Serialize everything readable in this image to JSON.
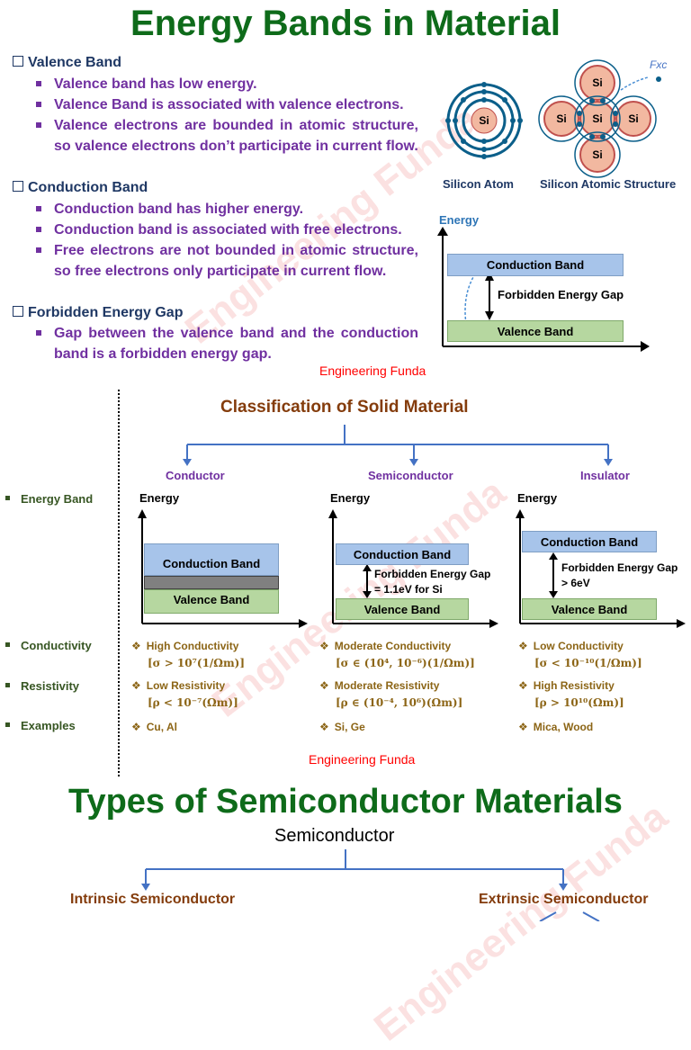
{
  "title": "Energy Bands in Material",
  "valence": {
    "heading": "Valence Band",
    "bullets": [
      "Valence band has low energy.",
      "Valence Band is associated with valence electrons.",
      "Valence electrons are bounded in atomic structure, so valence electrons don’t participate in current flow."
    ]
  },
  "conduction": {
    "heading": "Conduction Band",
    "bullets": [
      "Conduction band has higher energy.",
      "Conduction band is associated with free electrons.",
      "Free electrons are not bounded in atomic structure, so free electrons only participate in current flow."
    ]
  },
  "gap": {
    "heading": "Forbidden Energy Gap",
    "bullets": [
      "Gap between the valence band and the conduction band is a forbidden energy gap."
    ]
  },
  "atom": {
    "si": "Si",
    "caption1": "Silicon Atom",
    "caption2": "Silicon Atomic Structure",
    "free_label": "Fxc"
  },
  "band_diagram": {
    "energy": "Energy",
    "conduction": "Conduction Band",
    "gap": "Forbidden Energy Gap",
    "valence": "Valence Band"
  },
  "credit": "Engineering Funda",
  "watermark": "Engineering Funda",
  "classification": {
    "title": "Classification of Solid Material",
    "columns": [
      "Conductor",
      "Semiconductor",
      "Insulator"
    ],
    "rows": {
      "energy_band": "Energy Band",
      "conductivity": "Conductivity",
      "resistivity": "Resistivity",
      "examples": "Examples"
    },
    "energy": "Energy",
    "conduction": "Conduction Band",
    "valence": "Valence Band",
    "semi_gap_1": "Forbidden Energy Gap",
    "semi_gap_2": "= 1.1eV for Si",
    "ins_gap_1": "Forbidden Energy Gap",
    "ins_gap_2": "> 6eV",
    "conductivity": [
      "High Conductivity",
      "Moderate Conductivity",
      "Low Conductivity"
    ],
    "conductivity_math": [
      "[σ > 10⁷(1/Ωm)]",
      "[σ ∈ (10⁴, 10⁻⁶)(1/Ωm)]",
      "[σ < 10⁻¹⁰(1/Ωm)]"
    ],
    "resistivity": [
      "Low Resistivity",
      "Moderate Resistivity",
      "High Resistivity"
    ],
    "resistivity_math": [
      "[ρ < 10⁻⁷(Ωm)]",
      "[ρ ∈ (10⁻⁴, 10⁶)(Ωm)]",
      "[ρ > 10¹⁰(Ωm)]"
    ],
    "examples": [
      "Cu, Al",
      "Si, Ge",
      "Mica, Wood"
    ]
  },
  "types": {
    "title": "Types of Semiconductor Materials",
    "root": "Semiconductor",
    "left": "Intrinsic Semiconductor",
    "right": "Extrinsic Semiconductor"
  }
}
